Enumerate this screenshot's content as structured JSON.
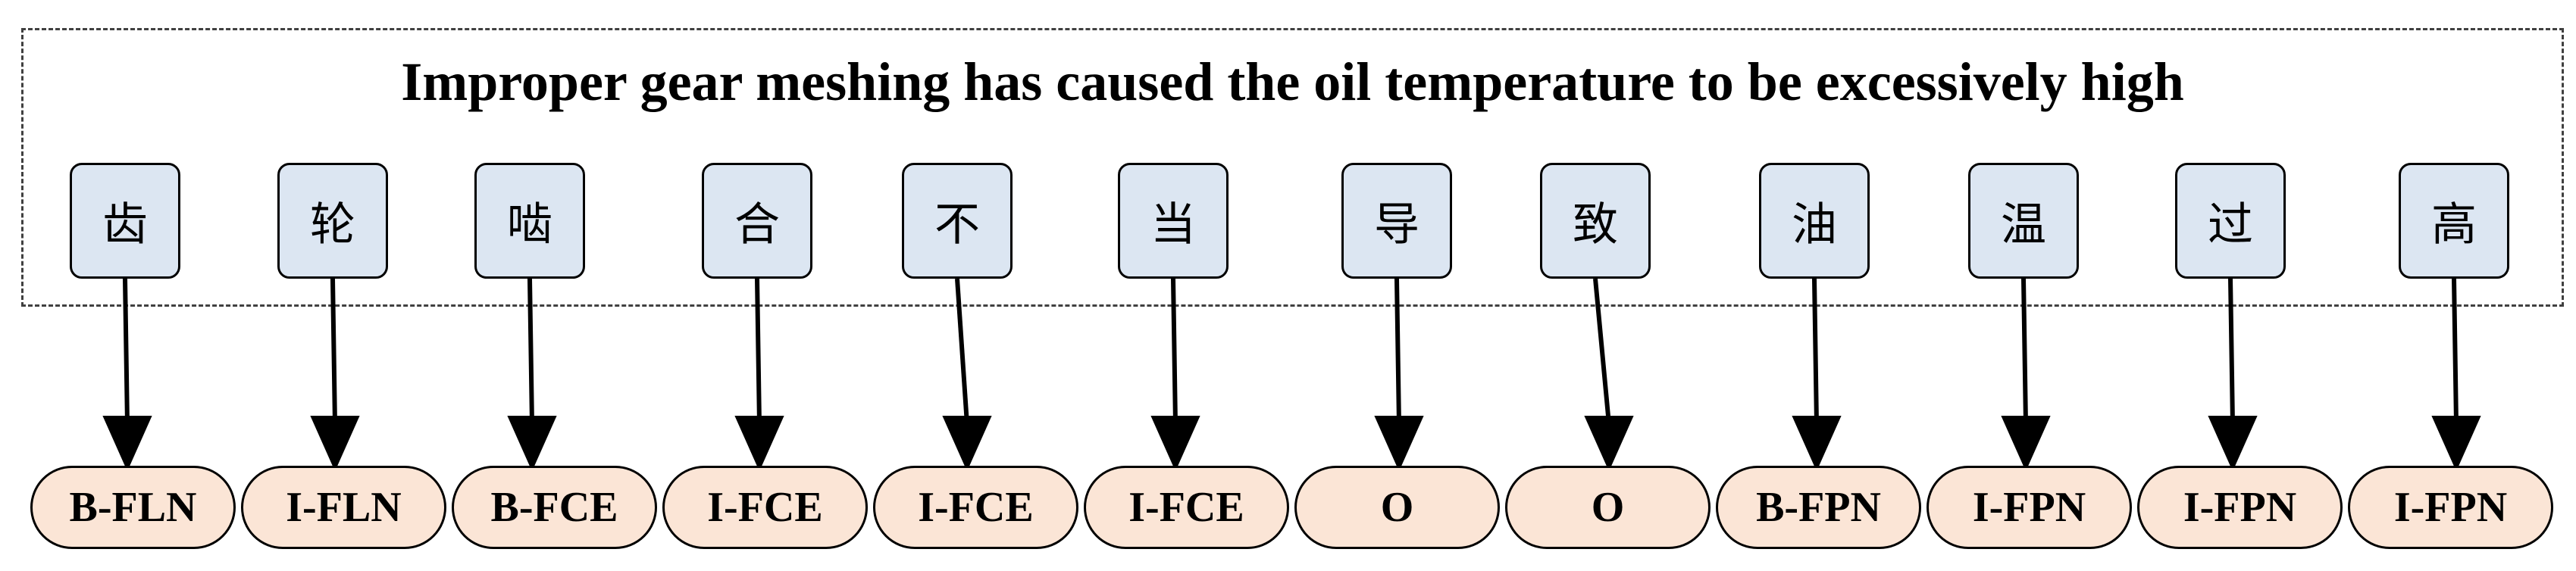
{
  "title": "Improper gear meshing has caused the oil temperature to be excessively high",
  "characters": [
    "齿",
    "轮",
    "啮",
    "合",
    "不",
    "当",
    "导",
    "致",
    "油",
    "温",
    "过",
    "高"
  ],
  "tags": [
    "B-FLN",
    "I-FLN",
    "B-FCE",
    "I-FCE",
    "I-FCE",
    "I-FCE",
    "O",
    "O",
    "B-FPN",
    "I-FPN",
    "I-FPN",
    "I-FPN"
  ],
  "colors": {
    "char_box_fill": "#dce6f2",
    "tag_box_fill": "#fbe5d6",
    "stroke": "#000000"
  }
}
